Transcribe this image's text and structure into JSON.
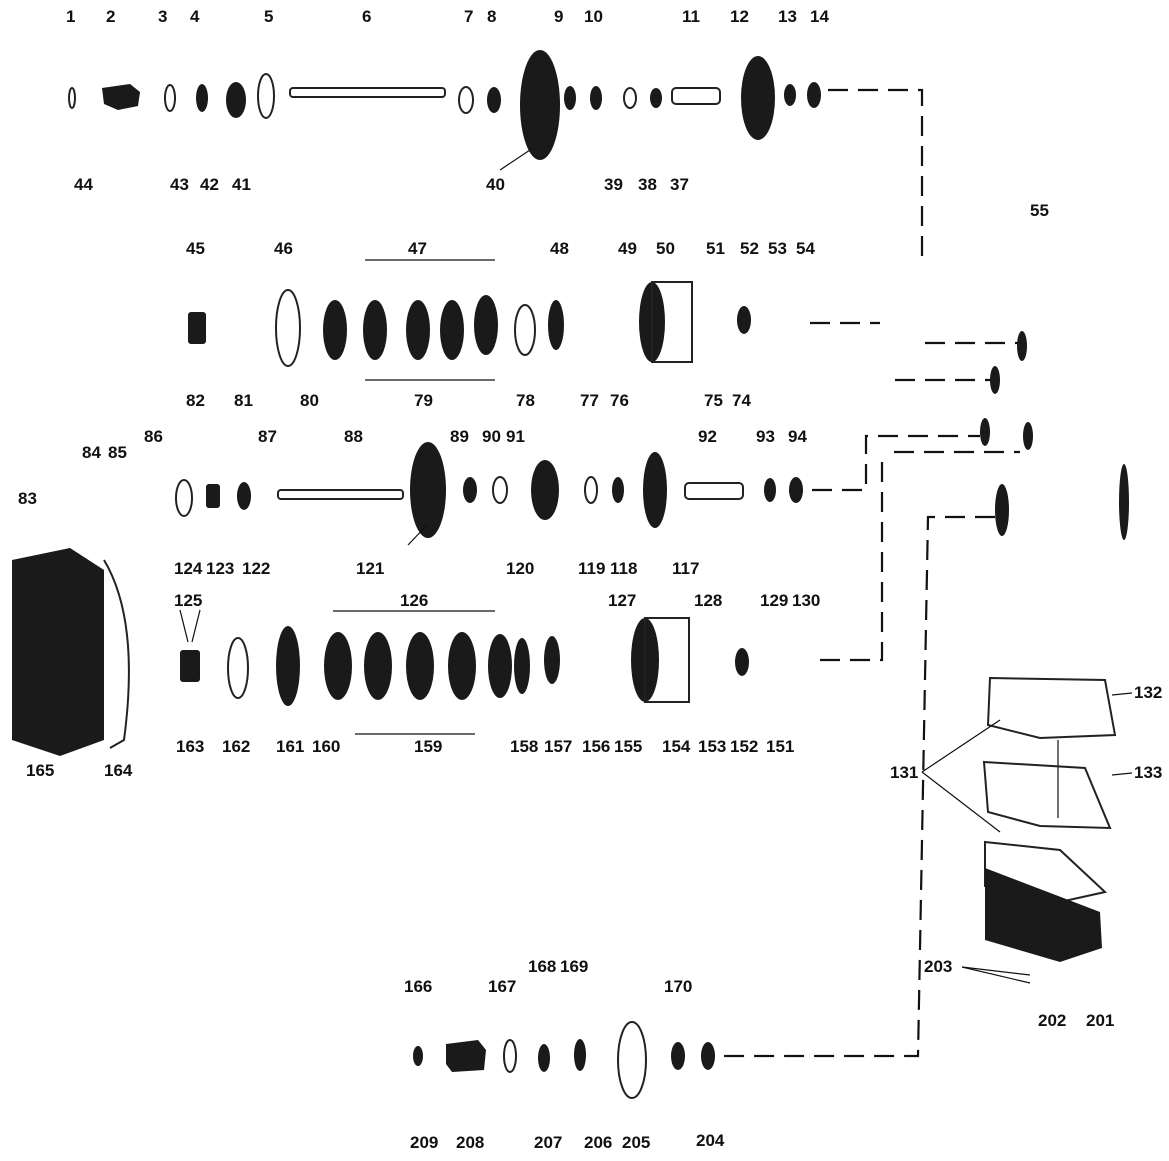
{
  "diagram": {
    "row1_labels_top": [
      "1",
      "2",
      "3",
      "4",
      "5",
      "6",
      "7",
      "8",
      "9",
      "10",
      "11",
      "12",
      "13",
      "14"
    ],
    "row1_labels_bottom": [
      "44",
      "43",
      "42",
      "41",
      "40",
      "39",
      "38",
      "37"
    ],
    "label_55": "55",
    "row2_labels_top": [
      "45",
      "46",
      "47",
      "48",
      "49",
      "50",
      "51",
      "52",
      "53",
      "54"
    ],
    "row2_labels_bottom": [
      "82",
      "81",
      "80",
      "79",
      "78",
      "77",
      "76",
      "75",
      "74"
    ],
    "row3_labels_top": [
      "83",
      "84",
      "85",
      "86",
      "87",
      "88",
      "89",
      "90",
      "91",
      "92",
      "93",
      "94"
    ],
    "row3_labels_bottom": [
      "124",
      "123",
      "122",
      "121",
      "120",
      "119",
      "118",
      "117"
    ],
    "row4_labels_top": [
      "125",
      "126",
      "127",
      "128",
      "129",
      "130"
    ],
    "row4_labels_bottom": [
      "165",
      "164",
      "163",
      "162",
      "161",
      "160",
      "159",
      "158",
      "157",
      "156",
      "155",
      "154",
      "153",
      "152",
      "151"
    ],
    "pan_labels": [
      "131",
      "132",
      "133",
      "203",
      "202",
      "201"
    ],
    "row5_labels_top": [
      "166",
      "167",
      "168",
      "169",
      "170"
    ],
    "row5_labels_bottom": [
      "209",
      "208",
      "207",
      "206",
      "205",
      "204"
    ]
  }
}
